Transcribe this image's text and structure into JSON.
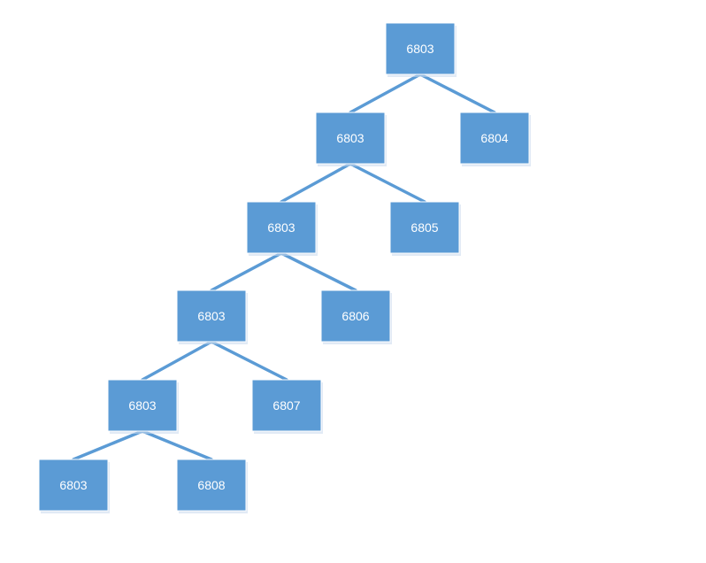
{
  "colors": {
    "node_fill": "#5b9bd5",
    "edge": "#5b9bd5",
    "label": "#ffffff"
  },
  "nodes": [
    {
      "id": "n0",
      "label": "6803"
    },
    {
      "id": "n1",
      "label": "6803"
    },
    {
      "id": "n2",
      "label": "6804"
    },
    {
      "id": "n3",
      "label": "6803"
    },
    {
      "id": "n4",
      "label": "6805"
    },
    {
      "id": "n5",
      "label": "6803"
    },
    {
      "id": "n6",
      "label": "6806"
    },
    {
      "id": "n7",
      "label": "6803"
    },
    {
      "id": "n8",
      "label": "6807"
    },
    {
      "id": "n9",
      "label": "6803"
    },
    {
      "id": "n10",
      "label": "6808"
    }
  ],
  "edges": [
    {
      "from": "n0",
      "to": "n1"
    },
    {
      "from": "n0",
      "to": "n2"
    },
    {
      "from": "n1",
      "to": "n3"
    },
    {
      "from": "n1",
      "to": "n4"
    },
    {
      "from": "n3",
      "to": "n5"
    },
    {
      "from": "n3",
      "to": "n6"
    },
    {
      "from": "n5",
      "to": "n7"
    },
    {
      "from": "n5",
      "to": "n8"
    },
    {
      "from": "n7",
      "to": "n9"
    },
    {
      "from": "n7",
      "to": "n10"
    }
  ]
}
